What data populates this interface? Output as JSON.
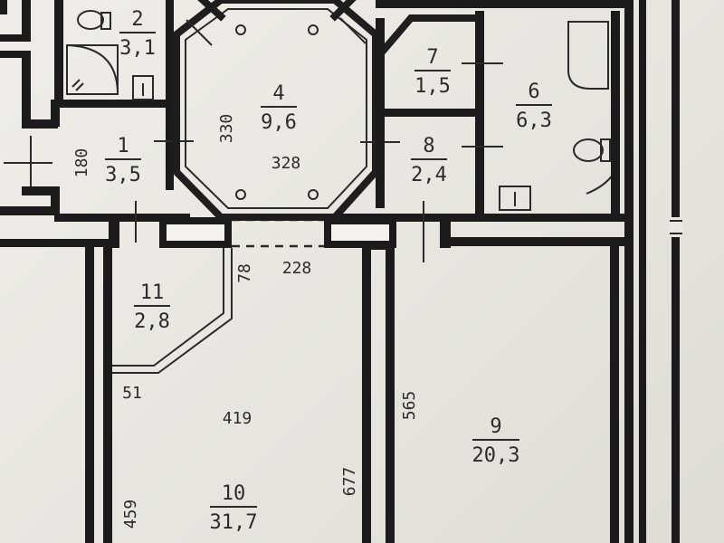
{
  "rooms": [
    {
      "number": "1",
      "area": "3,5"
    },
    {
      "number": "2",
      "area": "3,1"
    },
    {
      "number": "4",
      "area": "9,6"
    },
    {
      "number": "6",
      "area": "6,3"
    },
    {
      "number": "7",
      "area": "1,5"
    },
    {
      "number": "8",
      "area": "2,4"
    },
    {
      "number": "9",
      "area": "20,3"
    },
    {
      "number": "10",
      "area": "31,7"
    },
    {
      "number": "11",
      "area": "2,8"
    }
  ],
  "dimensions": [
    "330",
    "328",
    "180",
    "228",
    "78",
    "51",
    "419",
    "565",
    "677",
    "459"
  ]
}
